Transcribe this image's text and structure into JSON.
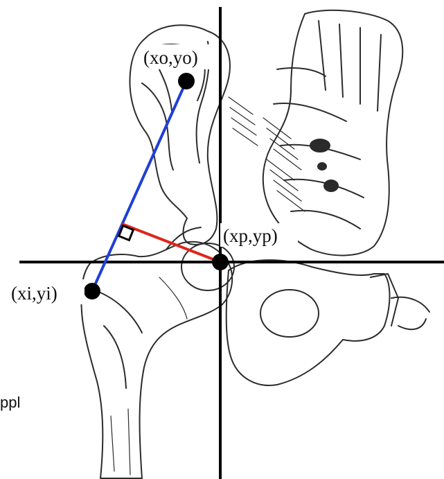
{
  "labels": {
    "origin_point": "(xo,yo)",
    "insertion_point": "(xi,yi)",
    "pivot_point": "(xp,yp)",
    "cropped_text": "ppl"
  },
  "colors": {
    "line_of_action": "#1f3fd6",
    "moment_arm": "#e0241b",
    "axes": "#000000",
    "points": "#000000",
    "bone_sketch": "#2b2b2b"
  }
}
